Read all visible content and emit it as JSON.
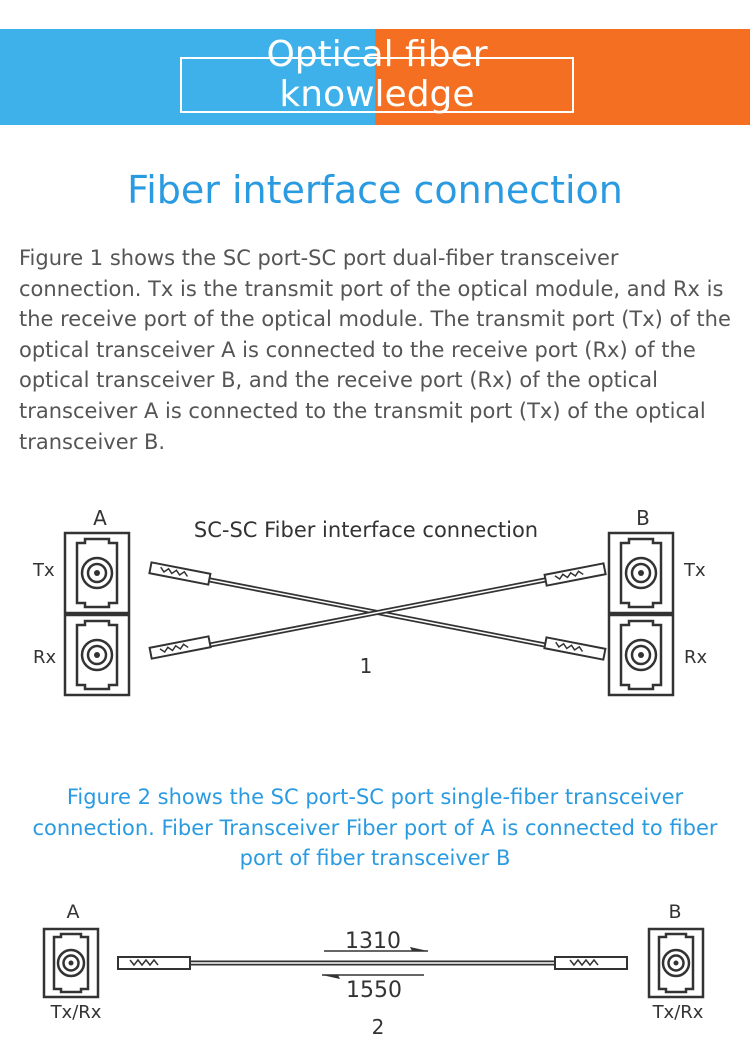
{
  "banner": {
    "title_line1": "Optical fiber",
    "title_line2": "knowledge",
    "left_color": "#3eb0ea",
    "right_color": "#f46f21"
  },
  "section_title": "Fiber interface connection",
  "intro_text": "Figure 1 shows the SC port-SC port dual-fiber transceiver connection. Tx is the transmit port of the optical module, and Rx is the receive port of the optical module. The transmit port (Tx) of the optical transceiver A is connected to the receive port (Rx) of the optical transceiver B, and the receive port (Rx) of the optical transceiver A is connected to the transmit port (Tx) of the optical transceiver B.",
  "figure1": {
    "title": "SC-SC Fiber interface connection",
    "label_a": "A",
    "label_b": "B",
    "tx": "Tx",
    "rx": "Rx",
    "number": "1"
  },
  "figure2_caption": "Figure 2 shows the SC port-SC port single-fiber transceiver connection. Fiber Transceiver Fiber port of A is connected to fiber port of fiber transceiver B",
  "figure2": {
    "label_a": "A",
    "label_b": "B",
    "port_a": "Tx/Rx",
    "port_b": "Tx/Rx",
    "wavelength_top": "1310",
    "wavelength_bottom": "1550",
    "number": "2"
  },
  "colors": {
    "accent": "#2b9be1",
    "body_text": "#555555",
    "diagram": "#333333"
  }
}
